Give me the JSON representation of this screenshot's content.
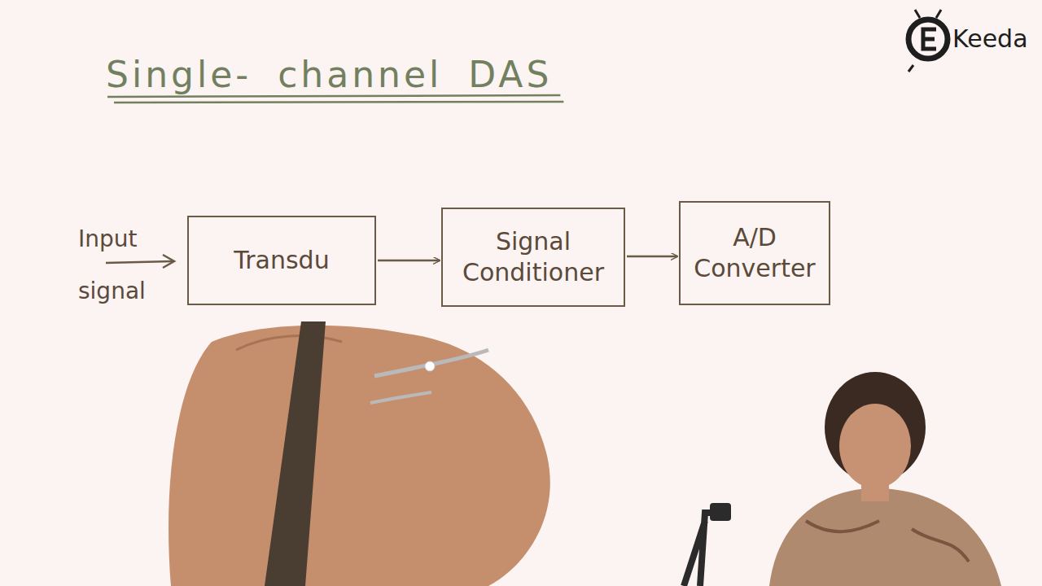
{
  "diagram": {
    "title": "Single- channel DAS",
    "nodes": [
      {
        "text": [
          "Transdu"
        ]
      },
      {
        "text": [
          "Signal Conditioner"
        ]
      },
      {
        "text": [
          "A/D Converter"
        ]
      }
    ],
    "edges": [
      {
        "from": 0,
        "to": 1,
        "arrow": "to"
      },
      {
        "from": 1,
        "to": 2,
        "arrow": "to"
      }
    ],
    "labels": [
      "Input signal",
      "Keeda"
    ]
  }
}
